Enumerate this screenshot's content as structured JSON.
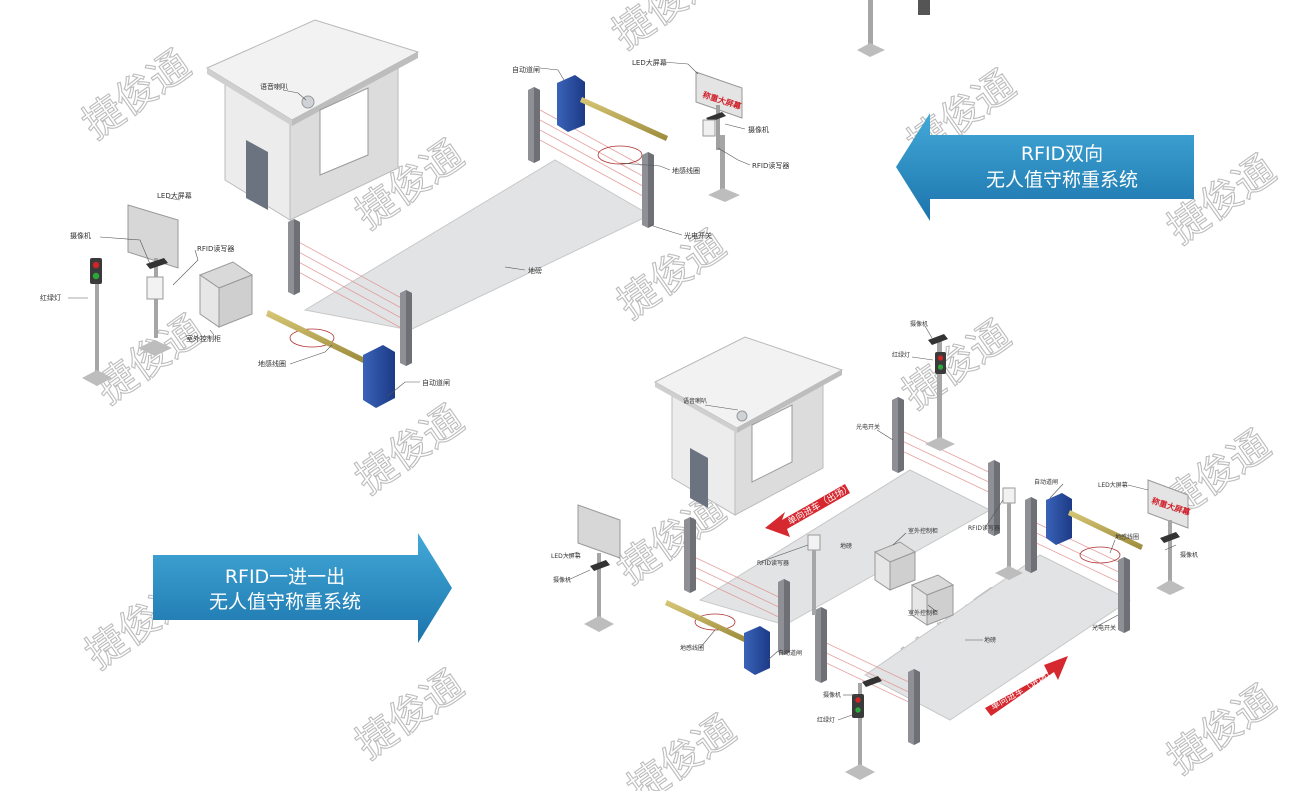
{
  "watermark": "捷俊通",
  "banners": {
    "bidirectional": {
      "line1": "RFID双向",
      "line2": "无人值守称重系统",
      "color_top": "#3fa4d4",
      "color_bottom": "#1d79b0"
    },
    "in_out": {
      "line1": "RFID一进一出",
      "line2": "无人值守称重系统",
      "color_top": "#3fa4d4",
      "color_bottom": "#1d79b0"
    }
  },
  "top_scene": {
    "voice_speaker": "语音喇叭",
    "auto_gate_top": "自动道闸",
    "led_screen_right": "LED大屏幕",
    "led_sign_text": "称重大屏幕",
    "camera_right": "摄像机",
    "rfid_reader_right": "RFID读写器",
    "loop_coil_top": "地感线圈",
    "light_switch": "光电开关",
    "weighbridge": "地磅",
    "led_screen_left": "LED大屏幕",
    "camera_left": "摄像机",
    "rfid_reader_left": "RFID读写器",
    "traffic_light": "红绿灯",
    "outdoor_cabinet": "室外控制柜",
    "loop_coil_bottom": "地感线圈",
    "auto_gate_bottom": "自动道闸"
  },
  "bottom_scene": {
    "camera_top": "摄像机",
    "traffic_light_top": "红绿灯",
    "voice_speaker": "语音喇叭",
    "light_switch_top": "光电开关",
    "led_screen_right": "LED大屏幕",
    "led_sign_text": "称重大屏幕",
    "auto_gate_right": "自动道闸",
    "loop_coil_right": "地感线圈",
    "camera_right": "摄像机",
    "rfid_reader_mid": "RFID读写器",
    "outdoor_cabinet_upper": "室外控制柜",
    "weighbridge_upper": "地磅",
    "rfid_reader_left": "RFID读写器",
    "led_screen_left": "LED大屏幕",
    "camera_left": "摄像机",
    "outdoor_cabinet_lower": "室外控制柜",
    "weighbridge_lower": "地磅",
    "light_switch_bottom": "光电开关",
    "loop_coil_left": "地感线圈",
    "auto_gate_left": "自动道闸",
    "camera_bottom": "摄像机",
    "traffic_light_bottom": "红绿灯",
    "exit_arrow": "单向进车（出场）",
    "entry_arrow": "单向进车（进场）"
  }
}
